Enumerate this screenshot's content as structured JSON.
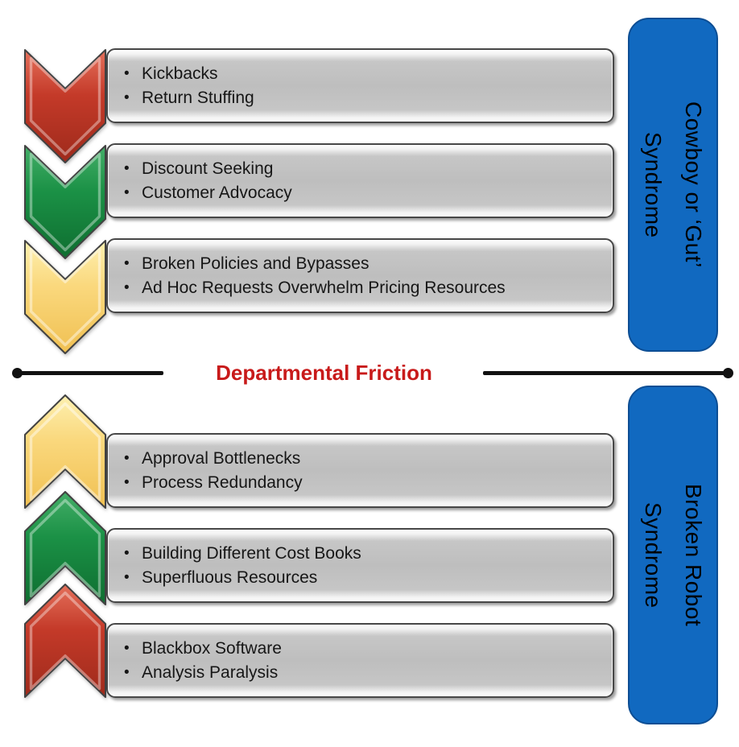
{
  "colors": {
    "chevron_red": "#C23A2A",
    "chevron_green": "#1A9146",
    "chevron_yellow": "#FAD87D",
    "syndrome_blue": "#1169C0",
    "syndrome_border_blue": "#0D4E94",
    "box_gray": "#C0C0C0",
    "divider_red": "#C81A1A",
    "line_black": "#111111"
  },
  "divider": {
    "label": "Departmental Friction"
  },
  "sections": [
    {
      "name": "top",
      "syndrome": {
        "line1": "Cowboy or ‘Gut’",
        "line2": "Syndrome"
      },
      "rows": [
        {
          "chevron": "red",
          "direction": "down",
          "items": [
            "Kickbacks",
            "Return Stuffing"
          ]
        },
        {
          "chevron": "green",
          "direction": "down",
          "items": [
            "Discount Seeking",
            "Customer Advocacy"
          ]
        },
        {
          "chevron": "yellow",
          "direction": "down",
          "items": [
            "Broken Policies and Bypasses",
            "Ad Hoc Requests Overwhelm Pricing Resources"
          ]
        }
      ]
    },
    {
      "name": "bottom",
      "syndrome": {
        "line1": "Broken Robot",
        "line2": "Syndrome"
      },
      "rows": [
        {
          "chevron": "yellow",
          "direction": "up",
          "items": [
            "Approval Bottlenecks",
            "Process Redundancy"
          ]
        },
        {
          "chevron": "green",
          "direction": "up",
          "items": [
            "Building Different Cost Books",
            "Superfluous Resources"
          ]
        },
        {
          "chevron": "red",
          "direction": "up",
          "items": [
            "Blackbox Software",
            "Analysis Paralysis"
          ]
        }
      ]
    }
  ]
}
